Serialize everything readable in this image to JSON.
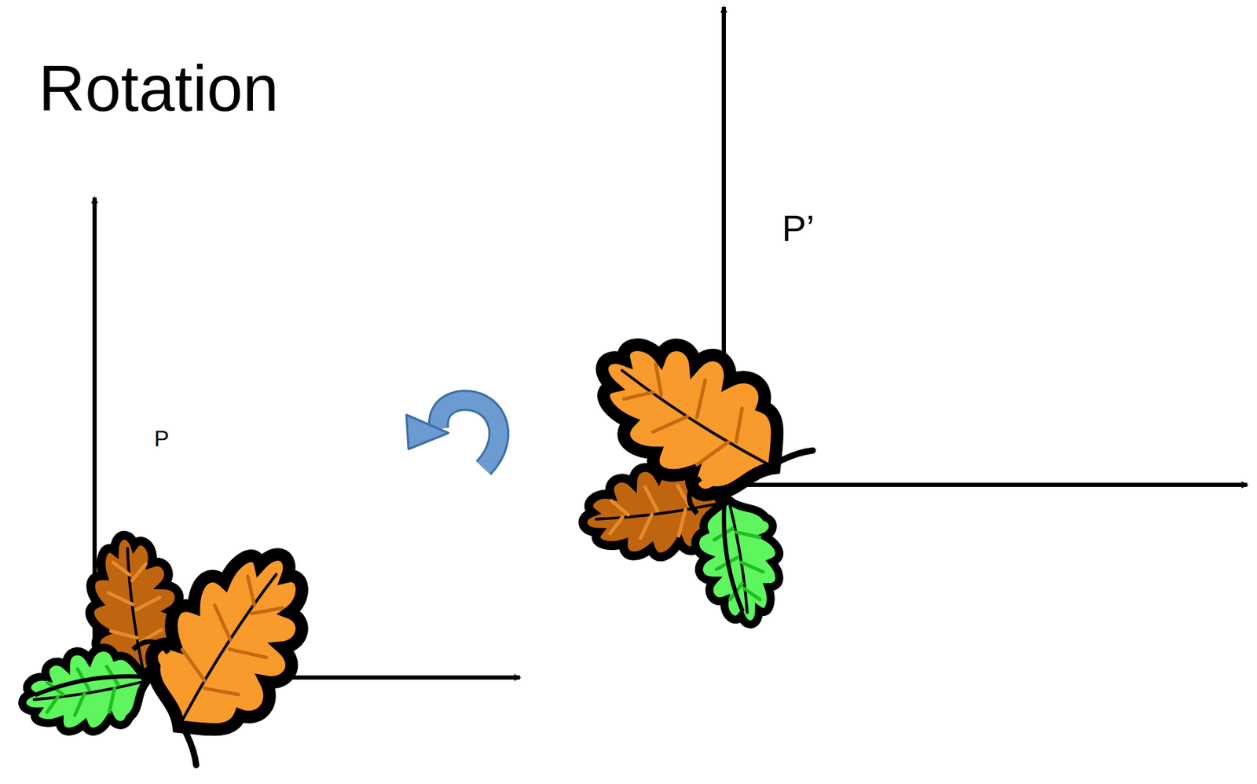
{
  "diagram": {
    "title": "Rotation",
    "labels": [
      "P",
      "P’"
    ]
  }
}
